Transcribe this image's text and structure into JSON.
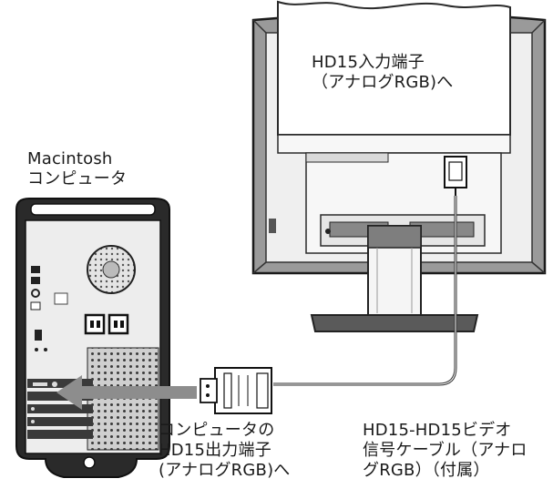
{
  "labels": {
    "monitor_input": [
      "HD15入力端子",
      "（アナログRGB)へ"
    ],
    "computer": [
      "Macintosh",
      "コンピュータ"
    ],
    "computer_output": [
      "コンピュータの",
      "HD15出力端子",
      "(アナログRGB)へ"
    ],
    "cable": [
      "HD15-HD15ビデオ",
      "信号ケーブル（アナロ",
      "グRGB）（付属）"
    ]
  }
}
